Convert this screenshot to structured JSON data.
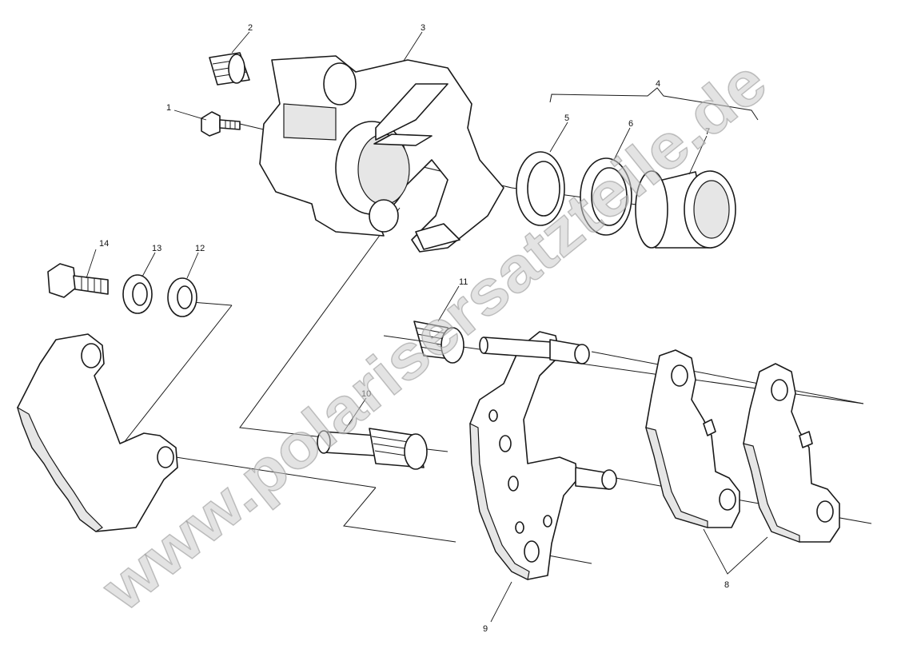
{
  "diagram": {
    "watermark": "www.polarisersatzteile.de",
    "callouts": [
      "1",
      "2",
      "3",
      "4",
      "5",
      "6",
      "7",
      "8",
      "9",
      "10",
      "11",
      "12",
      "13",
      "14"
    ],
    "colors": {
      "line": "#1a1a1a",
      "background": "#ffffff",
      "watermark": "#cccccc"
    }
  }
}
